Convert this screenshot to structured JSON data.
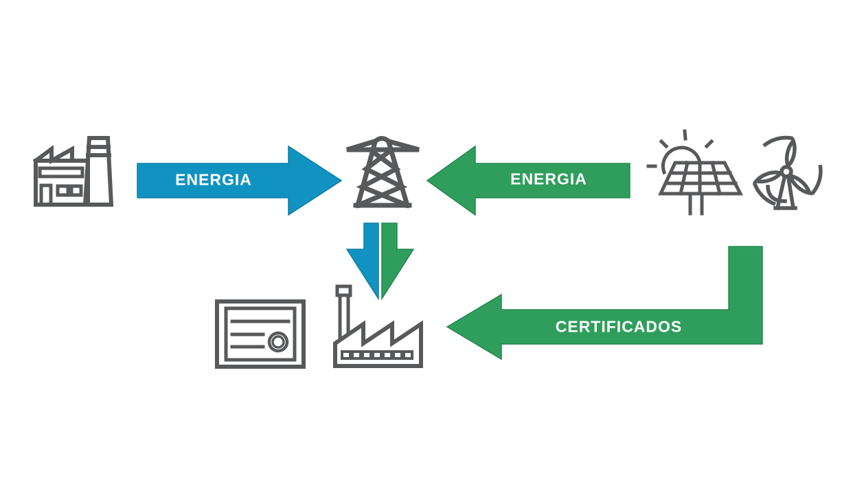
{
  "colors": {
    "background": "#ffffff",
    "energy_blue": "#1193c1",
    "energy_blue_edge": "#0e7ea7",
    "energy_green": "#2f9e5d",
    "energy_green_edge": "#27854e",
    "icon_gray": "#58595b",
    "label_text": "#ffffff"
  },
  "labels": {
    "energy_blue_arrow": "ENERGIA",
    "energy_green_arrow": "ENERGIA",
    "certificates_arrow": "CERTIFICADOS"
  },
  "icons": {
    "top_left": "power-plant-icon",
    "center_top": "transmission-tower-icon",
    "right_solar": "solar-panel-icon",
    "right_wind": "wind-turbine-icon",
    "bottom_left": "certificate-icon",
    "bottom_center": "factory-icon"
  },
  "arrows": {
    "blue_energy": {
      "direction": "right",
      "color": "#1193c1"
    },
    "green_energy": {
      "direction": "left",
      "color": "#2f9e5d"
    },
    "down_split": {
      "direction": "down",
      "colors": [
        "#1193c1",
        "#2f9e5d"
      ]
    },
    "certificates": {
      "direction": "left",
      "color": "#2f9e5d"
    }
  }
}
